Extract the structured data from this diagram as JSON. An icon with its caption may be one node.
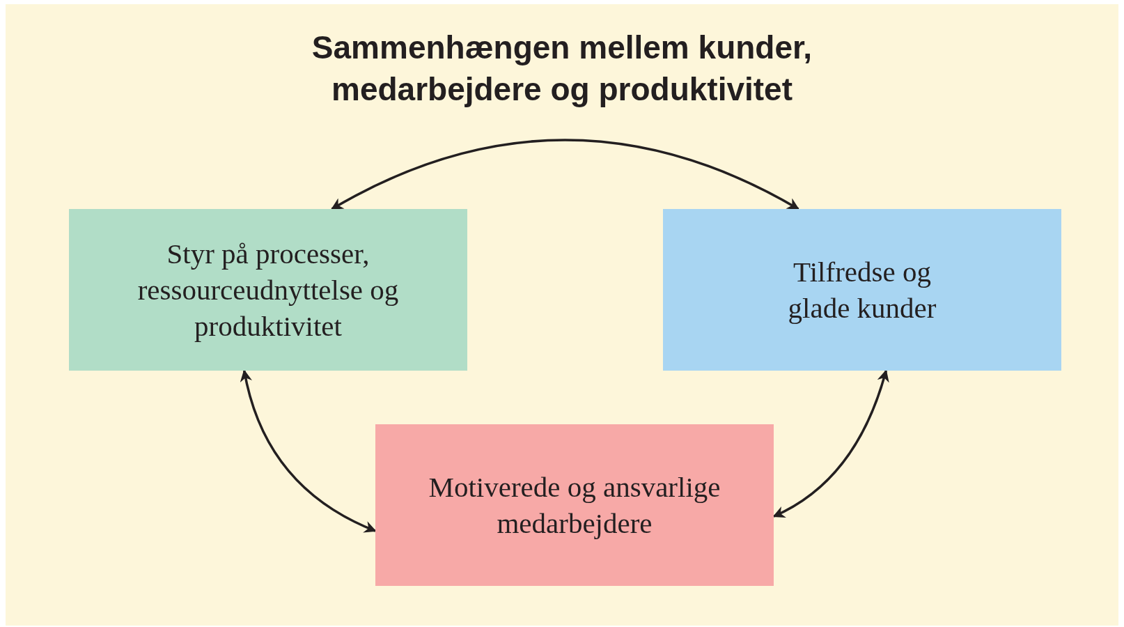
{
  "diagram": {
    "title": "Sammenhængen mellem kunder, medarbejdere og produktivitet",
    "nodes": [
      {
        "text": [
          "Styr på processer, ressourceudnyttelse og produktivitet"
        ]
      },
      {
        "text": [
          "Tilfredse og glade kunder"
        ]
      },
      {
        "text": [
          "Motiverede og ansvarlige medarbejdere"
        ]
      }
    ],
    "edges": [
      {
        "from": 0,
        "to": 1,
        "arrow": "both"
      },
      {
        "from": 0,
        "to": 2,
        "arrow": "both"
      },
      {
        "from": 1,
        "to": 2,
        "arrow": "both"
      }
    ]
  }
}
